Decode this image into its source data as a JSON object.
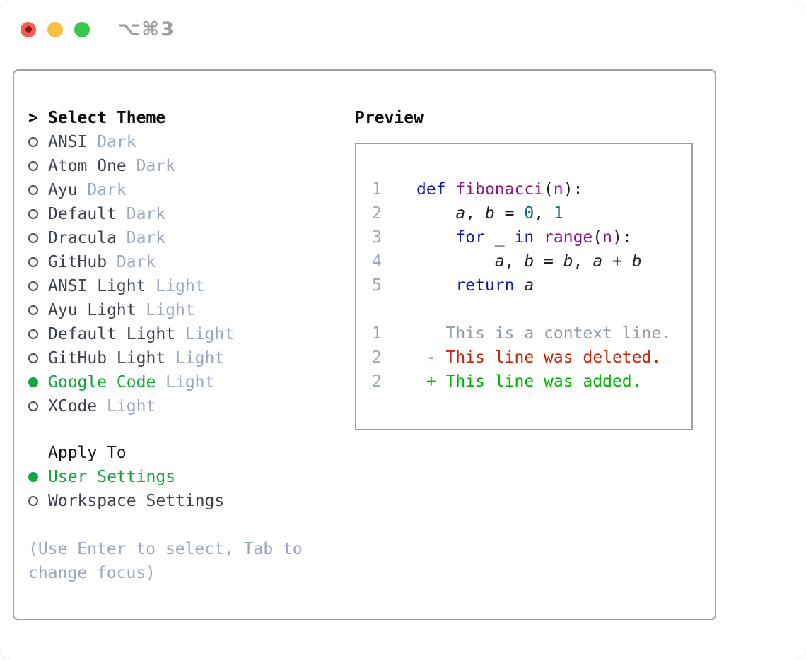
{
  "window": {
    "shortcut": "⌥⌘3",
    "traffic_lights": [
      "close",
      "minimize",
      "zoom"
    ]
  },
  "theme_list": {
    "cursor": ">",
    "header": "Select Theme",
    "items": [
      {
        "name": "ANSI",
        "variant": "Dark",
        "selected": false
      },
      {
        "name": "Atom One",
        "variant": "Dark",
        "selected": false
      },
      {
        "name": "Ayu",
        "variant": "Dark",
        "selected": false
      },
      {
        "name": "Default",
        "variant": "Dark",
        "selected": false
      },
      {
        "name": "Dracula",
        "variant": "Dark",
        "selected": false
      },
      {
        "name": "GitHub",
        "variant": "Dark",
        "selected": false
      },
      {
        "name": "ANSI Light",
        "variant": "Light",
        "selected": false
      },
      {
        "name": "Ayu Light",
        "variant": "Light",
        "selected": false
      },
      {
        "name": "Default Light",
        "variant": "Light",
        "selected": false
      },
      {
        "name": "GitHub Light",
        "variant": "Light",
        "selected": false
      },
      {
        "name": "Google Code",
        "variant": "Light",
        "selected": true
      },
      {
        "name": "XCode",
        "variant": "Light",
        "selected": false
      }
    ]
  },
  "apply_to": {
    "header": "Apply To",
    "items": [
      {
        "name": "User Settings",
        "selected": true
      },
      {
        "name": "Workspace Settings",
        "selected": false
      }
    ]
  },
  "hint": "(Use Enter to select, Tab to change focus)",
  "preview": {
    "header": "Preview",
    "code_lines": [
      {
        "num": "1",
        "tokens": [
          [
            "def",
            "keyword"
          ],
          [
            " ",
            "plain"
          ],
          [
            "fibonacci",
            "title"
          ],
          [
            "(",
            "plain"
          ],
          [
            "n",
            "title"
          ],
          [
            "):",
            "plain"
          ]
        ]
      },
      {
        "num": "2",
        "tokens": [
          [
            "    ",
            "plain"
          ],
          [
            "a",
            "var"
          ],
          [
            ", ",
            "plain"
          ],
          [
            "b",
            "var"
          ],
          [
            " = ",
            "plain"
          ],
          [
            "0",
            "number"
          ],
          [
            ", ",
            "plain"
          ],
          [
            "1",
            "number"
          ]
        ]
      },
      {
        "num": "3",
        "tokens": [
          [
            "    ",
            "plain"
          ],
          [
            "for",
            "keyword"
          ],
          [
            " _ ",
            "plain"
          ],
          [
            "in",
            "keyword"
          ],
          [
            " ",
            "plain"
          ],
          [
            "range",
            "title"
          ],
          [
            "(",
            "plain"
          ],
          [
            "n",
            "title"
          ],
          [
            "):",
            "plain"
          ]
        ]
      },
      {
        "num": "4",
        "tokens": [
          [
            "        ",
            "plain"
          ],
          [
            "a",
            "var"
          ],
          [
            ", ",
            "plain"
          ],
          [
            "b",
            "var"
          ],
          [
            " = ",
            "plain"
          ],
          [
            "b",
            "var"
          ],
          [
            ", ",
            "plain"
          ],
          [
            "a",
            "var"
          ],
          [
            " + ",
            "plain"
          ],
          [
            "b",
            "var"
          ]
        ]
      },
      {
        "num": "5",
        "tokens": [
          [
            "    ",
            "plain"
          ],
          [
            "return",
            "keyword"
          ],
          [
            " ",
            "plain"
          ],
          [
            "a",
            "var"
          ]
        ]
      }
    ],
    "diff_lines": [
      {
        "num": "1",
        "content": "   This is a context line.",
        "type": "context"
      },
      {
        "num": "2",
        "content": " - This line was deleted.",
        "type": "deleted"
      },
      {
        "num": "2",
        "content": " + This line was added.",
        "type": "added"
      }
    ]
  },
  "colors": {
    "border": "#98a2b3",
    "muted": "#9aa7b8",
    "text": "#3b414d",
    "header": "#0b0b0c",
    "green": "#12a63c",
    "added": "#00b400",
    "deleted": "#c52707",
    "keyword": "#131ba3",
    "title": "#8a1689",
    "number": "#0c6b6b",
    "plain": "#1f1f1f",
    "context": "#949ba3",
    "traffic_red": "#f25b4d",
    "traffic_red_dot": "#8c150c",
    "traffic_yellow": "#f7bd45",
    "traffic_green": "#36c84b"
  }
}
